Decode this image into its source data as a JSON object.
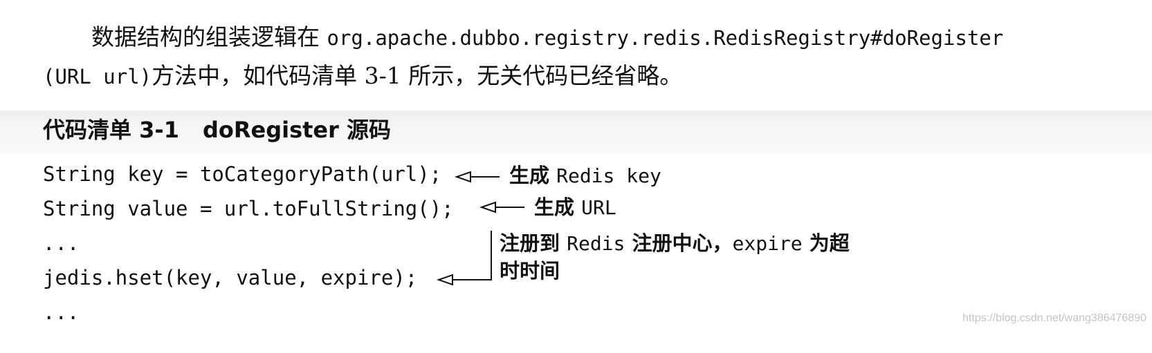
{
  "paragraph": {
    "line1_text": "数据结构的组装逻辑在 ",
    "line1_code": "org.apache.dubbo.registry.redis.RedisRegistry#doRegister",
    "line2_code": "(URL url)",
    "line2_text": "方法中，如代码清单 3-1 所示，无关代码已经省略。"
  },
  "listing": {
    "caption_label": "代码清单 3-1",
    "caption_title": "doRegister 源码",
    "code_lines": [
      "String key = toCategoryPath(url);",
      "String value = url.toFullString();",
      "...",
      "jedis.hset(key, value, expire);",
      "..."
    ]
  },
  "annotations": {
    "gen_key_prefix": "生成 ",
    "gen_key_code": "Redis key",
    "gen_url_prefix": "生成 ",
    "gen_url_code": "URL",
    "register_line1_a": "注册到 ",
    "register_line1_code": "Redis",
    "register_line1_b": " 注册中心，",
    "register_line1_code2": "expire",
    "register_line1_c": " 为超",
    "register_line2": "时时间"
  },
  "watermark": "https://blog.csdn.net/wang386476890"
}
